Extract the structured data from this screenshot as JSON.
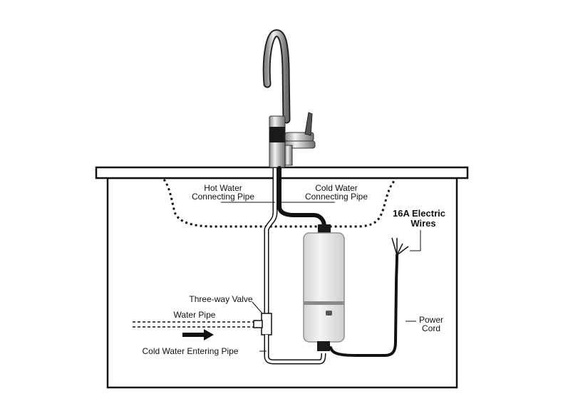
{
  "labels": {
    "hot_water_pipe": [
      "Hot Water",
      "Connecting Pipe"
    ],
    "cold_water_pipe": [
      "Cold Water",
      "Connecting Pipe"
    ],
    "electric_wires": [
      "16A Electric",
      "Wires"
    ],
    "three_way_valve": "Three-way Valve",
    "water_pipe": "Water Pipe",
    "cold_water_entering": "Cold Water Entering Pipe",
    "power_cord": [
      "Power",
      "Cord"
    ]
  },
  "colors": {
    "outline": "#111111",
    "heater_body": "#e6e6e6",
    "chrome": "#c9c9c9",
    "cable": "#1a1a1a"
  }
}
